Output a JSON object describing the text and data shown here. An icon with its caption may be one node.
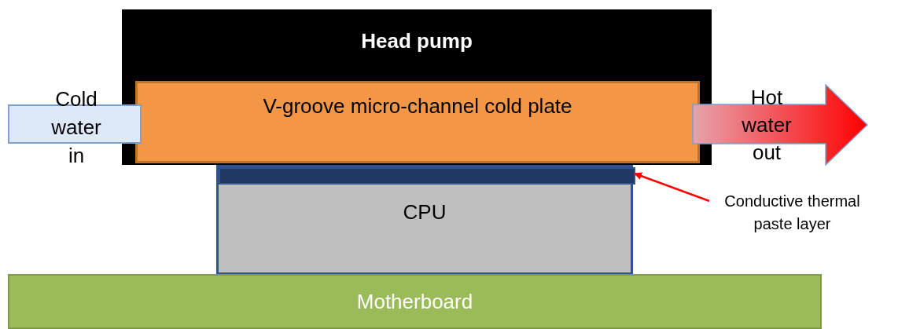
{
  "diagram": {
    "nodes": [
      {
        "text": [
          "Head pump"
        ]
      },
      {
        "text": [
          "V-groove micro-channel cold plate"
        ],
        "in": 0
      },
      {
        "text": [
          "Cold water in"
        ]
      },
      {
        "text": [
          "Hot water out"
        ]
      },
      {
        "text": [
          "CPU"
        ]
      },
      {
        "text": [],
        "shape": "bar",
        "in": 4
      },
      {
        "text": [
          "Motherboard"
        ]
      },
      {
        "text": [
          "Conductive thermal paste layer"
        ]
      }
    ],
    "edges": [
      {
        "from": 7,
        "to": 5,
        "arrow": "to",
        "color": "#ff0000"
      }
    ]
  }
}
